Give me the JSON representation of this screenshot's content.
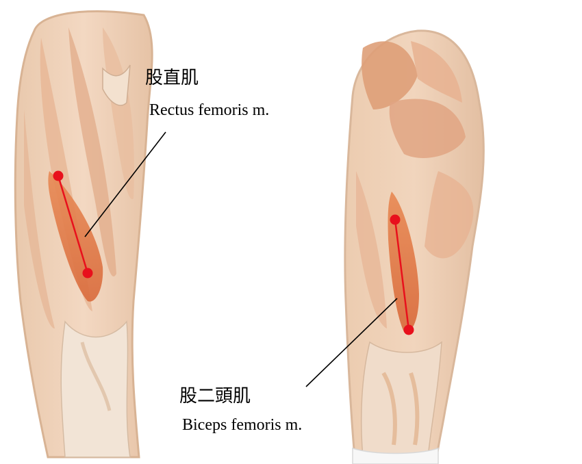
{
  "labels": {
    "rectus_jp": "股直肌",
    "rectus_en": "Rectus femoris m.",
    "biceps_jp": "股二頭肌",
    "biceps_en": "Biceps femoris m."
  },
  "colors": {
    "skin_base": "#f0d6c0",
    "muscle_light": "#e8b896",
    "muscle_mid": "#d99a74",
    "highlight_muscle": "#dd7a48",
    "marker_red": "#e8101c",
    "leader_line": "#000000"
  }
}
